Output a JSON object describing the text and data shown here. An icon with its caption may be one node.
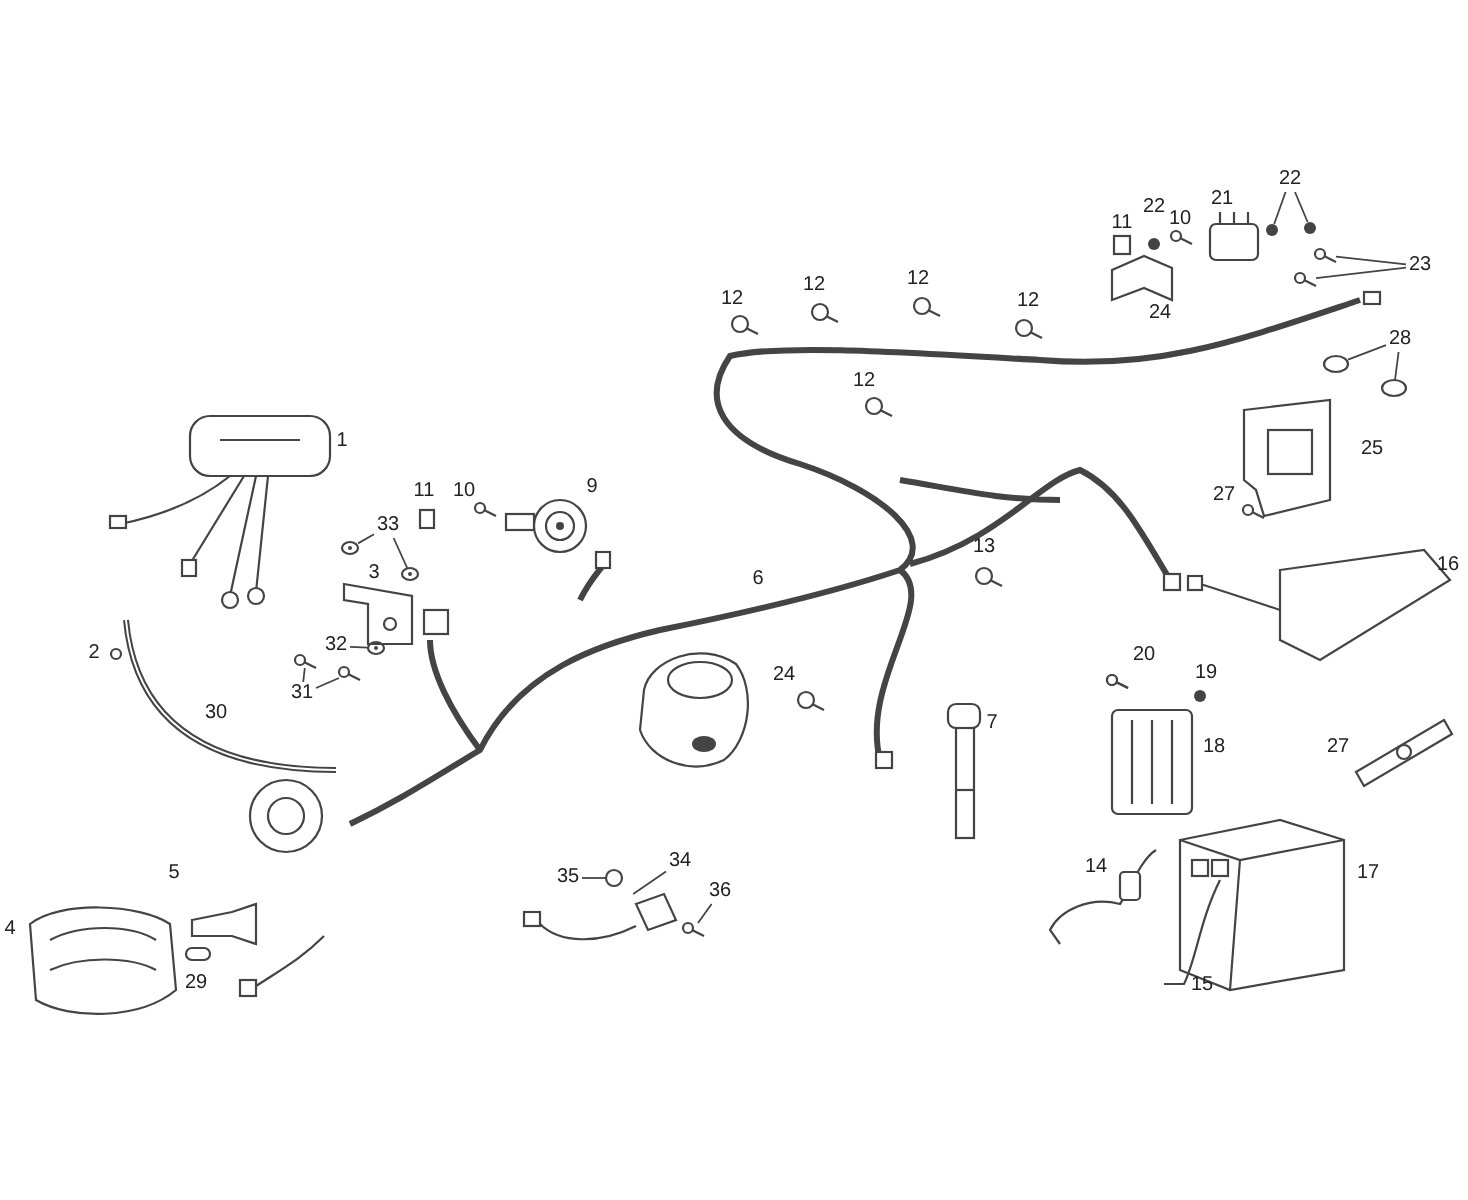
{
  "diagram": {
    "nodes": [
      {
        "text": [
          "22"
        ]
      },
      {
        "text": [
          "23"
        ]
      },
      {
        "text": [
          "28"
        ]
      },
      {
        "text": [
          "33"
        ]
      },
      {
        "text": [
          "32"
        ]
      },
      {
        "text": [
          "31"
        ]
      },
      {
        "text": [
          "34"
        ]
      },
      {
        "text": [
          "35"
        ]
      },
      {
        "text": [
          "36"
        ]
      },
      {
        "text": [],
        "shape": "circle"
      },
      {
        "text": [],
        "shape": "circle"
      },
      {
        "text": [],
        "shape": "picture"
      },
      {
        "text": [],
        "shape": "picture"
      },
      {
        "text": [],
        "shape": "circle"
      },
      {
        "text": [],
        "shape": "circle"
      },
      {
        "text": [],
        "shape": "picture"
      },
      {
        "text": [],
        "shape": "picture"
      },
      {
        "text": [],
        "shape": "picture"
      },
      {
        "text": [],
        "shape": "picture"
      },
      {
        "text": [],
        "shape": "picture"
      },
      {
        "text": [],
        "shape": "picture"
      },
      {
        "text": [],
        "shape": "circle"
      },
      {
        "text": [],
        "shape": "picture"
      }
    ],
    "edges": [
      {
        "from": 0,
        "to": 9,
        "arrow": "none"
      },
      {
        "from": 0,
        "to": 10,
        "arrow": "none"
      },
      {
        "from": 1,
        "to": 11,
        "arrow": "none"
      },
      {
        "from": 1,
        "to": 12,
        "arrow": "none"
      },
      {
        "from": 2,
        "to": 13,
        "arrow": "none"
      },
      {
        "from": 2,
        "to": 14,
        "arrow": "none"
      },
      {
        "from": 3,
        "to": 15,
        "arrow": "none"
      },
      {
        "from": 3,
        "to": 16,
        "arrow": "none"
      },
      {
        "from": 4,
        "to": 17,
        "arrow": "none"
      },
      {
        "from": 5,
        "to": 18,
        "arrow": "none"
      },
      {
        "from": 5,
        "to": 19,
        "arrow": "none"
      },
      {
        "from": 6,
        "to": 20,
        "arrow": "none"
      },
      {
        "from": 7,
        "to": 21,
        "arrow": "none"
      },
      {
        "from": 8,
        "to": 22,
        "arrow": "none"
      }
    ],
    "labels": [
      "11",
      "22",
      "10",
      "21",
      "12",
      "12",
      "12",
      "12",
      "24",
      "12",
      "1",
      "25",
      "11",
      "10",
      "9",
      "27",
      "13",
      "16",
      "3",
      "6",
      "2",
      "24",
      "20",
      "19",
      "30",
      "7",
      "18",
      "27",
      "5",
      "14",
      "17",
      "4",
      "29",
      "15"
    ]
  }
}
